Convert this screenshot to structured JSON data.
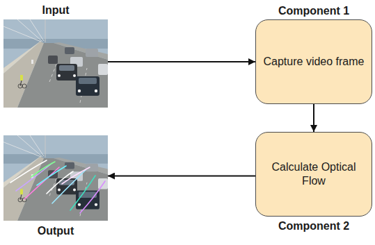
{
  "diagram": {
    "nodes": [
      {
        "text": [
          "Input"
        ]
      },
      {
        "text": [
          "Component 1",
          "Capture video frame"
        ]
      },
      {
        "text": [
          "Calculate Optical Flow",
          "Component 2"
        ]
      },
      {
        "text": [
          "Output"
        ]
      }
    ],
    "edges": [
      {
        "from": 0,
        "to": 1,
        "arrow": "to"
      },
      {
        "from": 1,
        "to": 2,
        "arrow": "to"
      },
      {
        "from": 2,
        "to": 3,
        "arrow": "to"
      }
    ]
  }
}
